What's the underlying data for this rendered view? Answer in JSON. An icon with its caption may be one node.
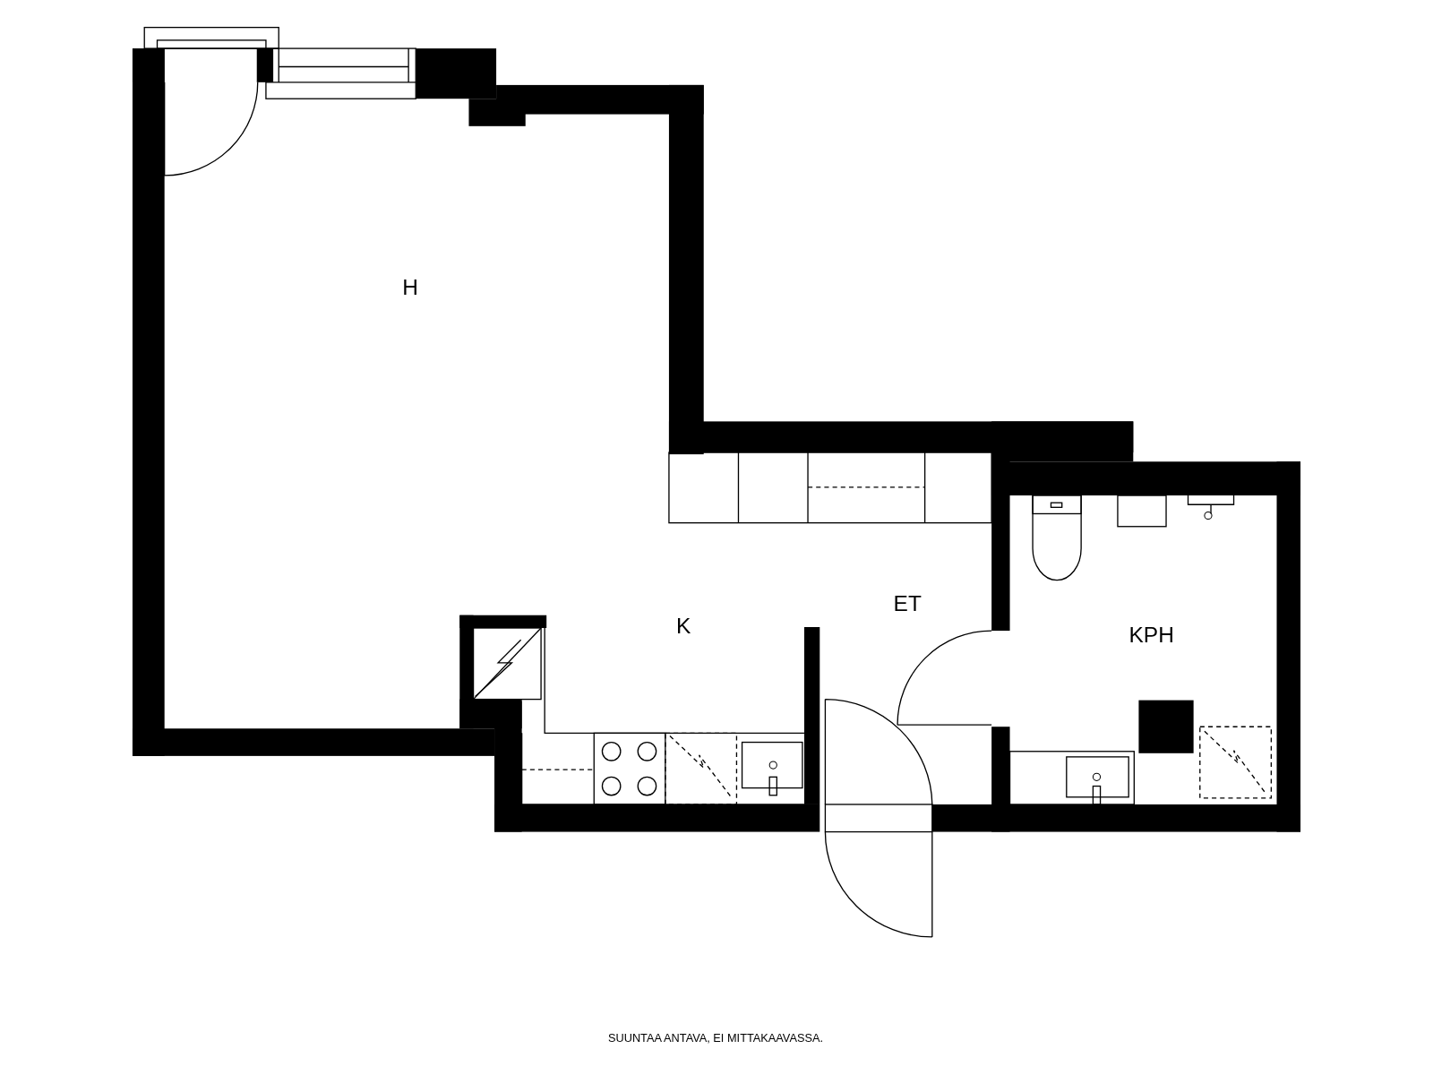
{
  "diagram": {
    "labels": [
      "H",
      "K",
      "ET",
      "KPH",
      "SUUNTAA ANTAVA, EI MITTAKAAVASSA."
    ]
  }
}
